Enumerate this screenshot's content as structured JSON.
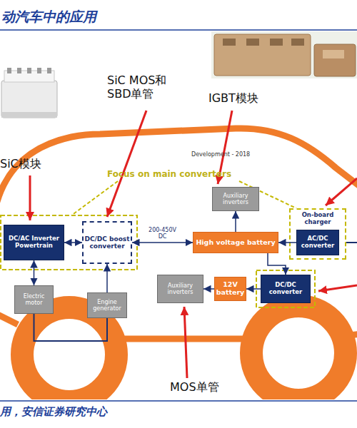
{
  "diagram": {
    "title": "动汽车中的应用",
    "caption": "用，安信证券研究中心",
    "nodes": [
      {
        "text": [
          "DC/AC Inverter Powertrain"
        ]
      },
      {
        "text": [
          "DC/DC boost converter"
        ]
      },
      {
        "text": [
          "Auxiliary inverters"
        ]
      },
      {
        "text": [
          "High voltage battery"
        ]
      },
      {
        "text": [
          "On-board charger"
        ]
      },
      {
        "text": [
          "AC/DC converter"
        ],
        "in": 4
      },
      {
        "text": [
          "Electric motor"
        ]
      },
      {
        "text": [
          "Engine generator"
        ]
      },
      {
        "text": [
          "Auxiliary inverters"
        ]
      },
      {
        "text": [
          "12V battery"
        ]
      },
      {
        "text": [
          "DC/DC converter"
        ]
      }
    ],
    "edges": [
      {
        "from": 0,
        "to": 1,
        "arrow": "both"
      },
      {
        "from": 0,
        "to": 6,
        "arrow": "both"
      },
      {
        "from": 7,
        "to": 1,
        "arrow": "to"
      },
      {
        "from": 1,
        "to": 3,
        "arrow": "both",
        "label": "200-450V DC"
      },
      {
        "from": 3,
        "to": 2,
        "arrow": "to"
      },
      {
        "from": 5,
        "to": 3,
        "arrow": "to"
      },
      {
        "from": 3,
        "to": 10,
        "arrow": "to"
      },
      {
        "from": 10,
        "to": 9,
        "arrow": "to"
      },
      {
        "from": 9,
        "to": 8,
        "arrow": "to"
      }
    ],
    "labels": [
      "SiC MOS和 SBD单管",
      "IGBT模块",
      "SiC模块",
      "MOS单管",
      "Development - 2018",
      "Focus on main converters"
    ]
  }
}
